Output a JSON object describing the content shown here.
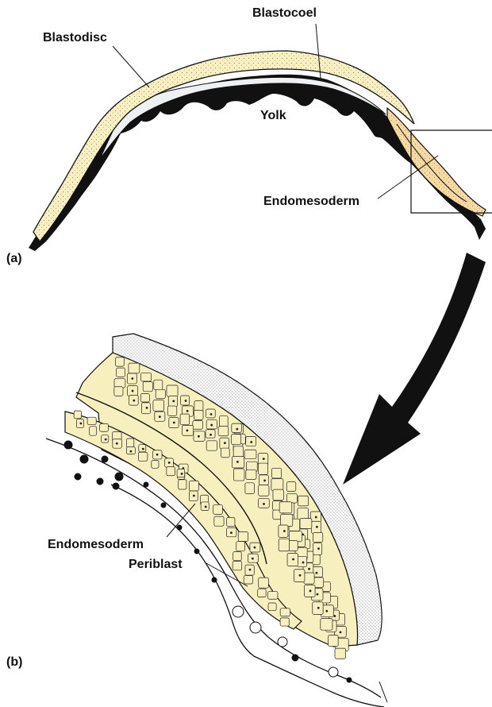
{
  "figure": {
    "panel_a": {
      "letter": "(a)",
      "labels": {
        "blastocoel": "Blastocoel",
        "blastodisc": "Blastodisc",
        "yolk": "Yolk",
        "endomesoderm": "Endomesoderm"
      }
    },
    "panel_b": {
      "letter": "(b)",
      "labels": {
        "endomesoderm": "Endomesoderm",
        "periblast": "Periblast"
      }
    }
  },
  "colors": {
    "yolk_cell_fill": "#f7efbe",
    "yolk_layer_fill": "#f9f0c2",
    "endomesoderm_fill": "#f7d9a2",
    "blastocoel_fill": "#eef0f1",
    "outline": "#111111",
    "yolk_black": "#111111"
  }
}
